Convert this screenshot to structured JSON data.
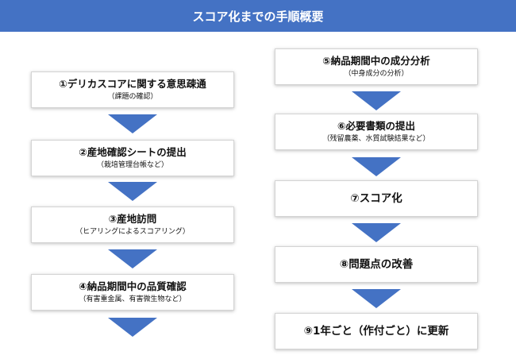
{
  "header": {
    "title": "スコア化までの手順概要"
  },
  "left_steps": [
    {
      "title": "①デリカスコアに関する意思疎通",
      "sub": "（課題の確認）"
    },
    {
      "title": "②産地確認シートの提出",
      "sub": "（栽培管理台帳など）"
    },
    {
      "title": "③産地訪問",
      "sub": "（ヒアリングによるスコアリング）"
    },
    {
      "title": "④納品期間中の品質確認",
      "sub": "（有害重金属、有害微生物など）"
    }
  ],
  "right_steps": [
    {
      "title": "⑤納品期間中の成分分析",
      "sub": "（中身成分の分析）"
    },
    {
      "title": "⑥必要書類の提出",
      "sub": "（残留農薬、水質試験結果など）"
    },
    {
      "title": "⑦スコア化",
      "sub": ""
    },
    {
      "title": "⑧問題点の改善",
      "sub": ""
    },
    {
      "title": "⑨1年ごと（作付ごと）に更新",
      "sub": ""
    }
  ],
  "colors": {
    "accent": "#4472c4",
    "header_text": "#ffffff"
  }
}
